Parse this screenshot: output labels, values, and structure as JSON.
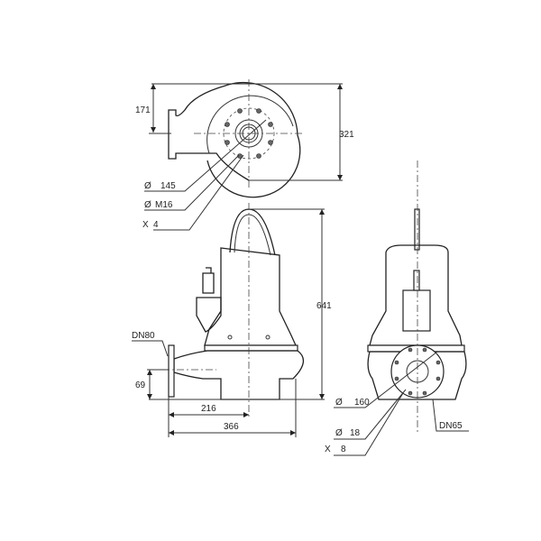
{
  "top_view": {
    "dim_height_offset": "171",
    "dim_width": "321",
    "flange_bolt_circle": "145",
    "bolt_size": "M16",
    "bolt_count": "4",
    "diameter_symbol": "Ø",
    "count_prefix": "X"
  },
  "side_view": {
    "outlet": "DN80",
    "dim_total_height": "641",
    "dim_outlet_height": "69",
    "dim_center_offset": "216",
    "dim_total_length": "366"
  },
  "front_view": {
    "flange_bolt_circle": "160",
    "bolt_hole": "18",
    "bolt_count": "8",
    "outlet": "DN65",
    "diameter_symbol": "Ø",
    "count_prefix": "X"
  }
}
